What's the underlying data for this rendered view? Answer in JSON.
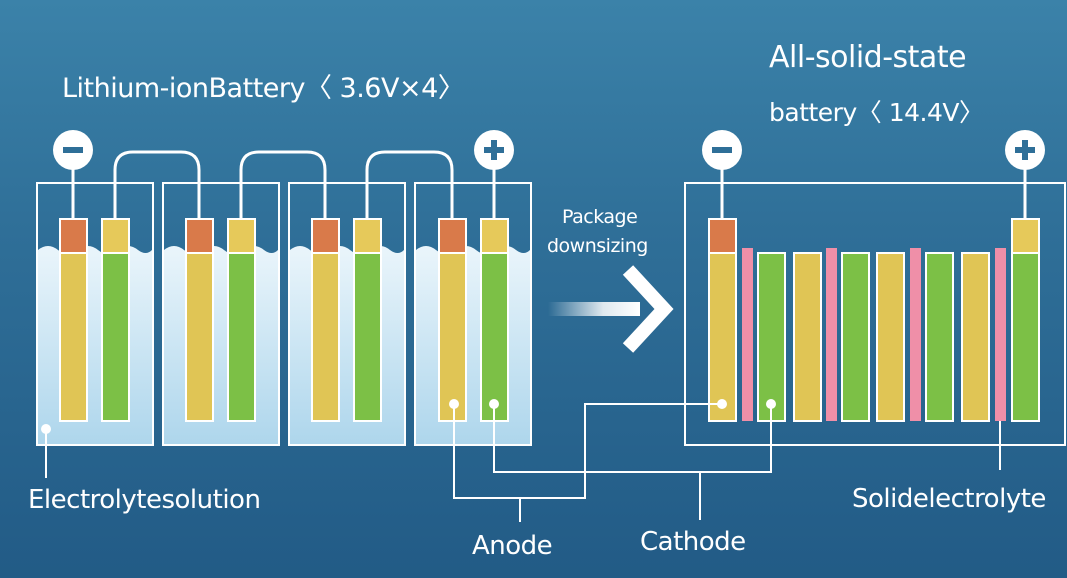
{
  "titles": {
    "liion": "Lithium-ionBattery〈 3.6V×4〉",
    "solid_line1": "All-solid-state",
    "solid_line2": "battery〈 14.4V〉"
  },
  "arrow": {
    "line1": "Package",
    "line2": "downsizing"
  },
  "labels": {
    "electrolyte_solution": "Electrolytesolution",
    "anode": "Anode",
    "cathode": "Cathode",
    "solid_electrolyte": "Solidelectrolyte"
  },
  "terminals": {
    "negative": "−",
    "positive": "+"
  },
  "colors": {
    "anode": "#e0c555",
    "cathode": "#7cc046",
    "anode_tab": "#d97a4a",
    "cathode_tab": "#e6c95a",
    "solid_electrolyte": "#ef8fa8",
    "electrolyte_top": "#eaf5fb",
    "electrolyte_bottom": "#aed6ec"
  }
}
